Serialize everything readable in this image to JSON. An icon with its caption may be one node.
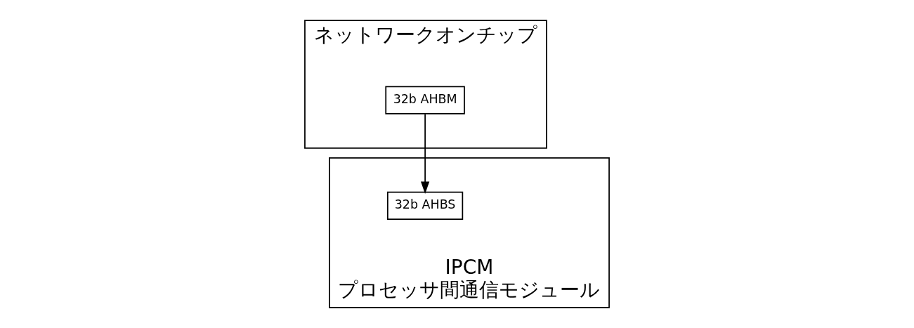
{
  "diagram": {
    "nodes": [
      {
        "text": [
          "ネットワークオンチップ"
        ]
      },
      {
        "text": [
          "32b AHBM"
        ],
        "in": 0
      },
      {
        "text": [
          "IPCM",
          "プロセッサ間通信モジュール"
        ]
      },
      {
        "text": [
          "32b AHBS"
        ],
        "in": 2
      }
    ],
    "edges": [
      {
        "from": 1,
        "to": 3,
        "arrow": "to"
      }
    ]
  }
}
